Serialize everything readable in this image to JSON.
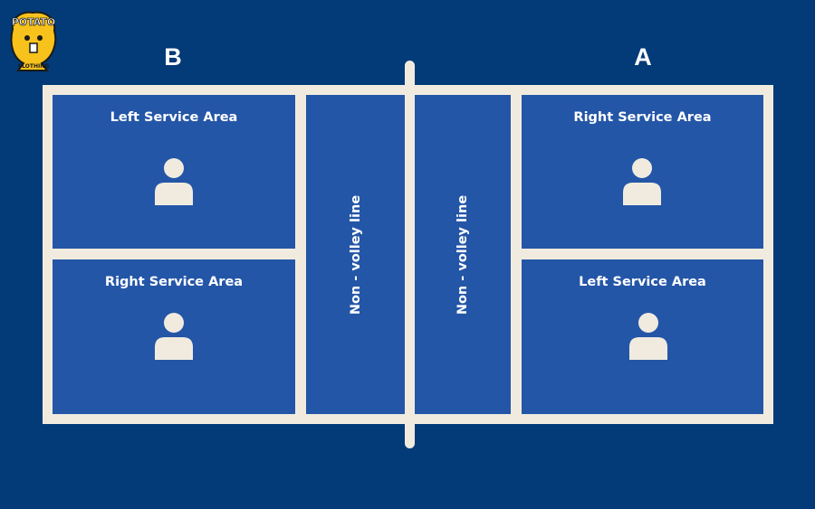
{
  "logo": {
    "text": "POTATO",
    "subtext": "CLOTHING"
  },
  "teams": {
    "left": "B",
    "right": "A"
  },
  "court": {
    "left_side": {
      "top_area": "Left Service Area",
      "bottom_area": "Right Service Area",
      "non_volley": "Non - volley line"
    },
    "right_side": {
      "top_area": "Right Service Area",
      "bottom_area": "Left Service Area",
      "non_volley": "Non - volley line"
    }
  },
  "colors": {
    "background": "#033a78",
    "court_fill": "#2456a7",
    "lines": "#f1ebdf",
    "person": "#f1ebdf",
    "logo_yellow": "#f7c21b"
  }
}
